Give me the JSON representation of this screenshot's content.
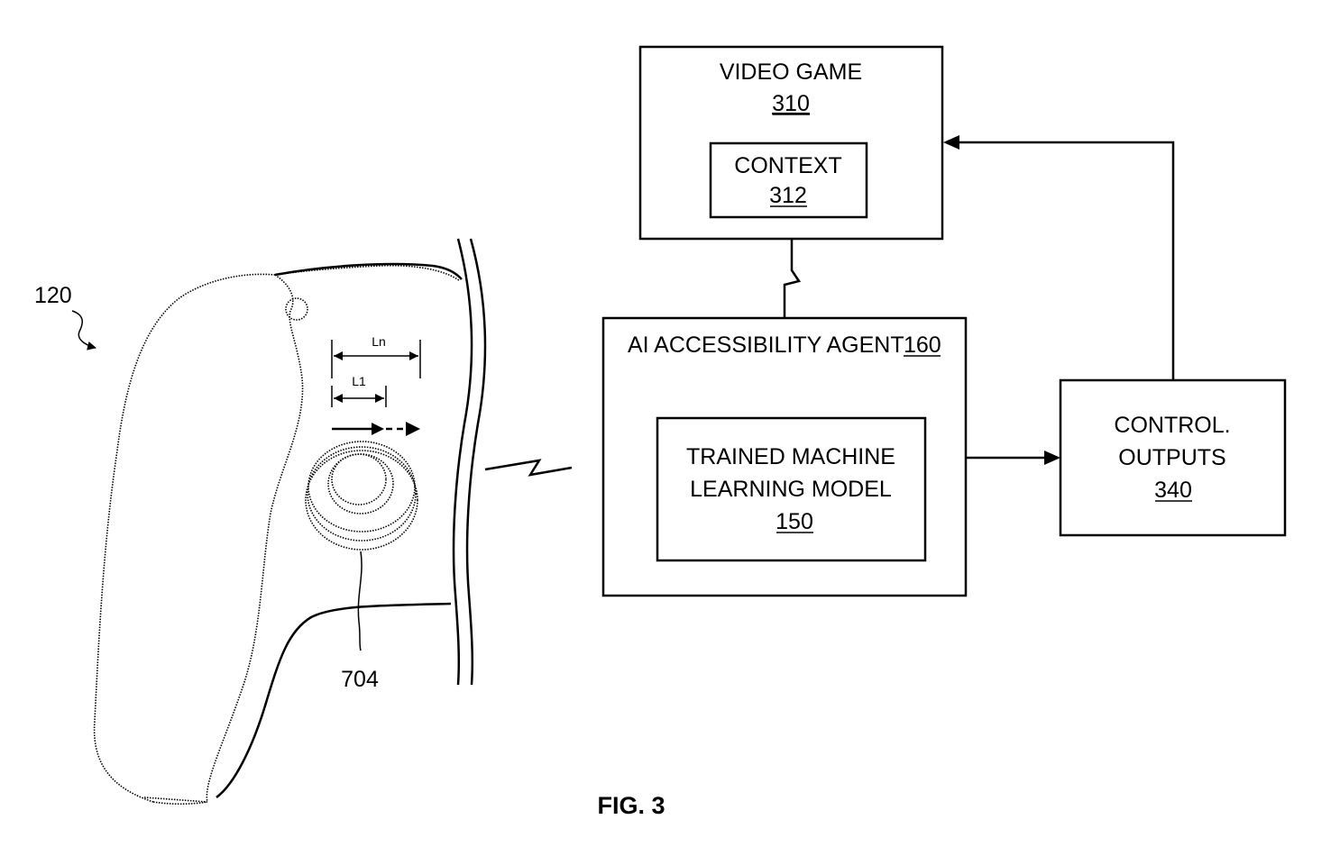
{
  "figure_label": "FIG. 3",
  "controller": {
    "ref": "120",
    "joystick_ref": "704",
    "dimension_long": "Ln",
    "dimension_short": "L1"
  },
  "video_game": {
    "title": "VIDEO GAME",
    "ref": "310",
    "context": {
      "title": "CONTEXT",
      "ref": "312"
    }
  },
  "agent": {
    "title": "AI ACCESSIBILITY AGENT",
    "ref": "160",
    "model": {
      "line1": "TRAINED MACHINE",
      "line2": "LEARNING MODEL",
      "ref": "150"
    }
  },
  "outputs": {
    "line1": "CONTROL.",
    "line2": "OUTPUTS",
    "ref": "340"
  }
}
